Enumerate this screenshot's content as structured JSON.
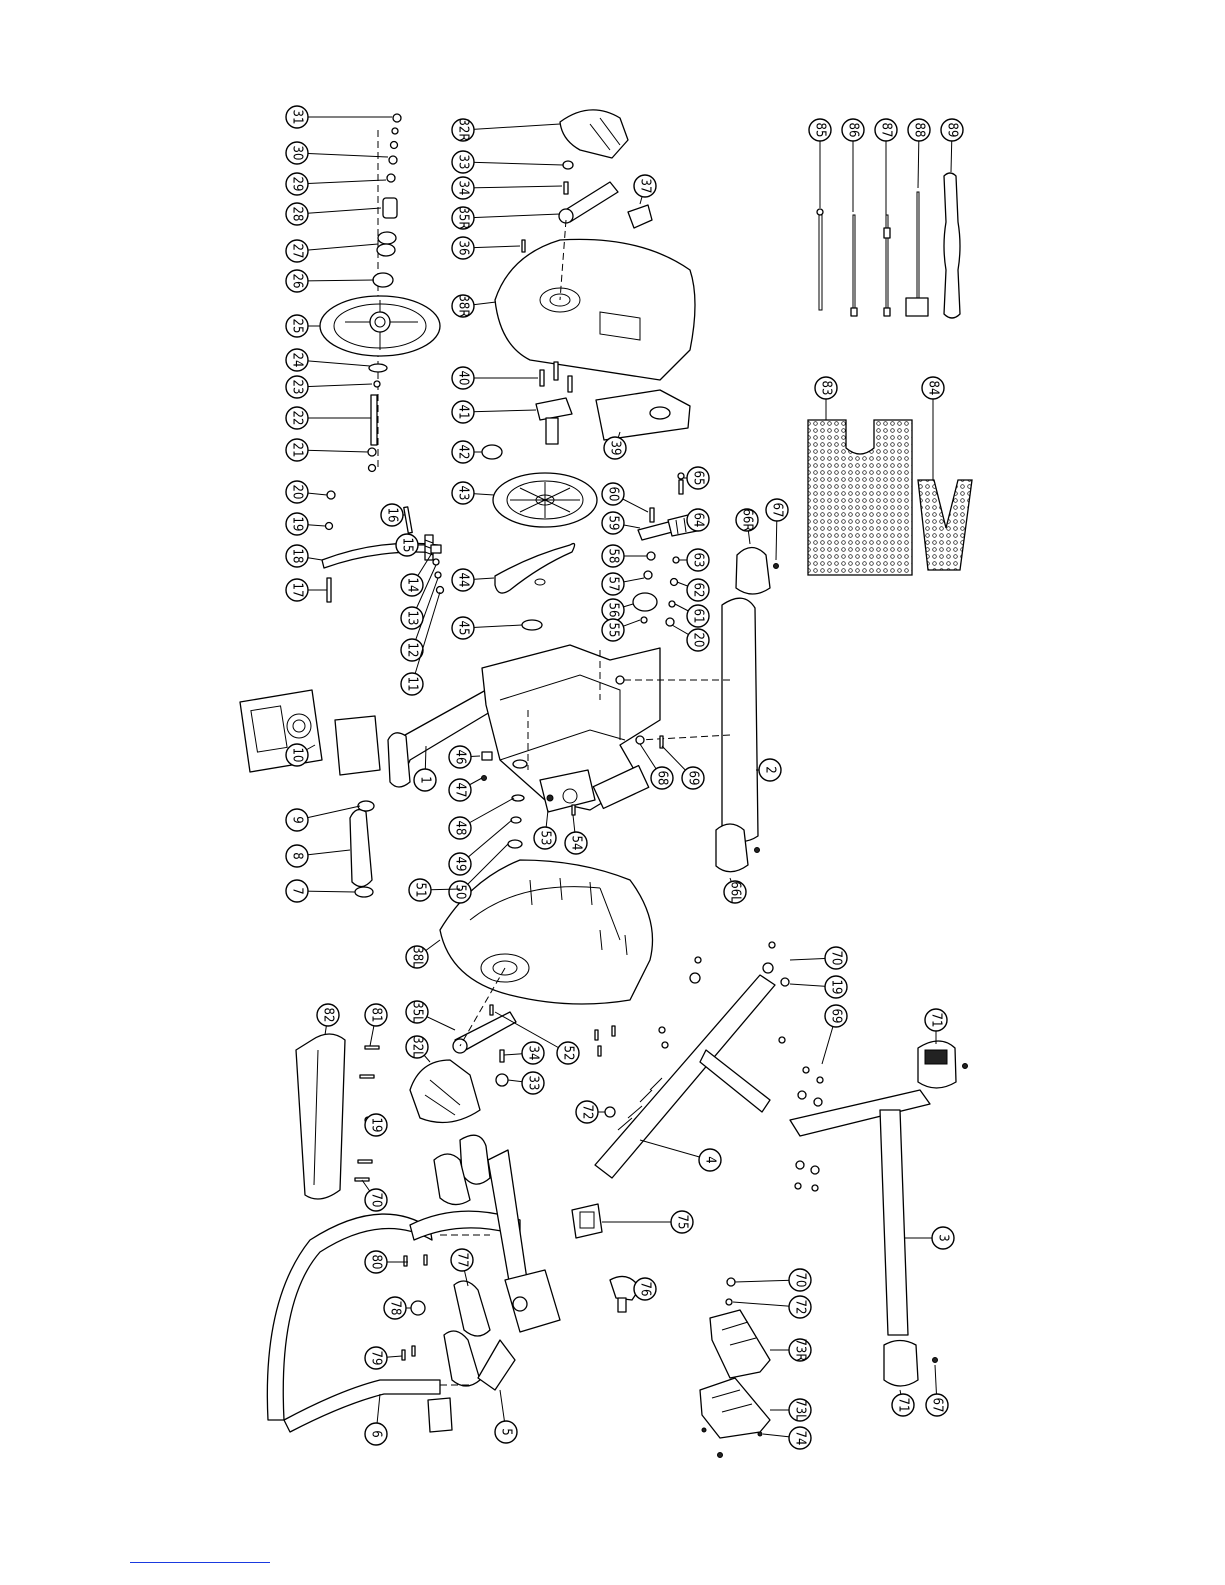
{
  "title": "",
  "callouts": [
    {
      "id": "c31",
      "label": "31"
    },
    {
      "id": "c30",
      "label": "30"
    },
    {
      "id": "c29",
      "label": "29"
    },
    {
      "id": "c28",
      "label": "28"
    },
    {
      "id": "c27",
      "label": "27"
    },
    {
      "id": "c26",
      "label": "26"
    },
    {
      "id": "c25",
      "label": "25"
    },
    {
      "id": "c24",
      "label": "24"
    },
    {
      "id": "c23",
      "label": "23"
    },
    {
      "id": "c22",
      "label": "22"
    },
    {
      "id": "c21",
      "label": "21"
    },
    {
      "id": "c20a",
      "label": "20"
    },
    {
      "id": "c19a",
      "label": "19"
    },
    {
      "id": "c18",
      "label": "18"
    },
    {
      "id": "c17",
      "label": "17"
    },
    {
      "id": "c16",
      "label": "16"
    },
    {
      "id": "c15",
      "label": "15"
    },
    {
      "id": "c14",
      "label": "14"
    },
    {
      "id": "c13",
      "label": "13"
    },
    {
      "id": "c12",
      "label": "12"
    },
    {
      "id": "c11",
      "label": "11"
    },
    {
      "id": "c10",
      "label": "10"
    },
    {
      "id": "c9",
      "label": "9"
    },
    {
      "id": "c8",
      "label": "8"
    },
    {
      "id": "c7",
      "label": "7"
    },
    {
      "id": "c1",
      "label": "1"
    },
    {
      "id": "c32R",
      "label": "32R"
    },
    {
      "id": "c33a",
      "label": "33"
    },
    {
      "id": "c34a",
      "label": "34"
    },
    {
      "id": "c35R",
      "label": "35R"
    },
    {
      "id": "c36",
      "label": "36"
    },
    {
      "id": "c37",
      "label": "37"
    },
    {
      "id": "c38R",
      "label": "38R"
    },
    {
      "id": "c40",
      "label": "40"
    },
    {
      "id": "c41",
      "label": "41"
    },
    {
      "id": "c42",
      "label": "42"
    },
    {
      "id": "c39",
      "label": "39"
    },
    {
      "id": "c43",
      "label": "43"
    },
    {
      "id": "c44",
      "label": "44"
    },
    {
      "id": "c45",
      "label": "45"
    },
    {
      "id": "c46",
      "label": "46"
    },
    {
      "id": "c47",
      "label": "47"
    },
    {
      "id": "c48",
      "label": "48"
    },
    {
      "id": "c49",
      "label": "49"
    },
    {
      "id": "c50",
      "label": "50"
    },
    {
      "id": "c51",
      "label": "51"
    },
    {
      "id": "c53",
      "label": "53"
    },
    {
      "id": "c54",
      "label": "54"
    },
    {
      "id": "c60",
      "label": "60"
    },
    {
      "id": "c65",
      "label": "65"
    },
    {
      "id": "c59",
      "label": "59"
    },
    {
      "id": "c64",
      "label": "64"
    },
    {
      "id": "c58",
      "label": "58"
    },
    {
      "id": "c63",
      "label": "63"
    },
    {
      "id": "c57",
      "label": "57"
    },
    {
      "id": "c62",
      "label": "62"
    },
    {
      "id": "c56",
      "label": "56"
    },
    {
      "id": "c61",
      "label": "61"
    },
    {
      "id": "c55",
      "label": "55"
    },
    {
      "id": "c20b",
      "label": "20"
    },
    {
      "id": "c66R",
      "label": "66R"
    },
    {
      "id": "c67a",
      "label": "67"
    },
    {
      "id": "c2",
      "label": "2"
    },
    {
      "id": "c68",
      "label": "68"
    },
    {
      "id": "c69a",
      "label": "69"
    },
    {
      "id": "c66L",
      "label": "66L"
    },
    {
      "id": "c38L",
      "label": "38L"
    },
    {
      "id": "c35L",
      "label": "35L"
    },
    {
      "id": "c34b",
      "label": "34"
    },
    {
      "id": "c33b",
      "label": "33"
    },
    {
      "id": "c32L",
      "label": "32L"
    },
    {
      "id": "c52",
      "label": "52"
    },
    {
      "id": "c82",
      "label": "82"
    },
    {
      "id": "c81",
      "label": "81"
    },
    {
      "id": "c19b",
      "label": "19"
    },
    {
      "id": "c70a",
      "label": "70"
    },
    {
      "id": "c70b",
      "label": "70"
    },
    {
      "id": "c19c",
      "label": "19"
    },
    {
      "id": "c69b",
      "label": "69"
    },
    {
      "id": "c71a",
      "label": "71"
    },
    {
      "id": "c72a",
      "label": "72"
    },
    {
      "id": "c4",
      "label": "4"
    },
    {
      "id": "c75",
      "label": "75"
    },
    {
      "id": "c3",
      "label": "3"
    },
    {
      "id": "c80",
      "label": "80"
    },
    {
      "id": "c77",
      "label": "77"
    },
    {
      "id": "c78",
      "label": "78"
    },
    {
      "id": "c79",
      "label": "79"
    },
    {
      "id": "c6",
      "label": "6"
    },
    {
      "id": "c5",
      "label": "5"
    },
    {
      "id": "c76",
      "label": "76"
    },
    {
      "id": "c70c",
      "label": "70"
    },
    {
      "id": "c72b",
      "label": "72"
    },
    {
      "id": "c73R",
      "label": "73R"
    },
    {
      "id": "c73L",
      "label": "73L"
    },
    {
      "id": "c74",
      "label": "74"
    },
    {
      "id": "c71b",
      "label": "71"
    },
    {
      "id": "c67b",
      "label": "67"
    },
    {
      "id": "c83",
      "label": "83"
    },
    {
      "id": "c84",
      "label": "84"
    },
    {
      "id": "c85",
      "label": "85"
    },
    {
      "id": "c86",
      "label": "86"
    },
    {
      "id": "c87",
      "label": "87"
    },
    {
      "id": "c88",
      "label": "88"
    },
    {
      "id": "c89",
      "label": "89"
    }
  ]
}
